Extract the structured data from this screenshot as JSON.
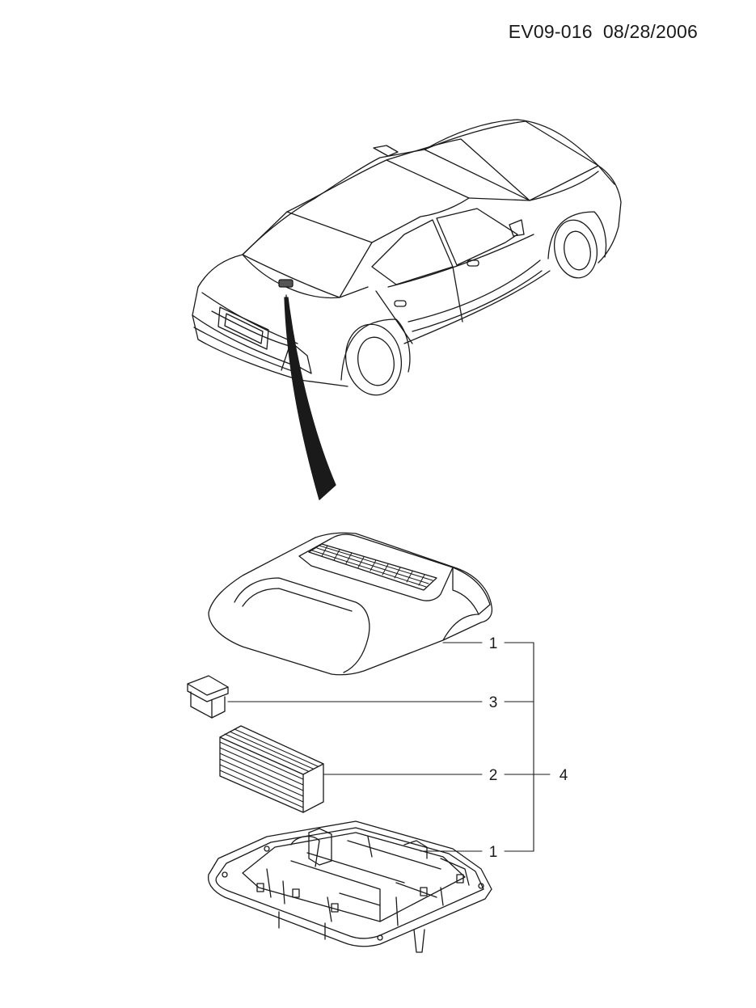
{
  "header": {
    "code": "EV09-016",
    "date": "08/28/2006"
  },
  "callouts": {
    "cover_upper": "1",
    "bulb": "3",
    "lens": "2",
    "assembly": "4",
    "housing_lower": "1"
  },
  "colors": {
    "ink": "#1a1a1a",
    "paper": "#ffffff",
    "dark_part": "#555555"
  }
}
